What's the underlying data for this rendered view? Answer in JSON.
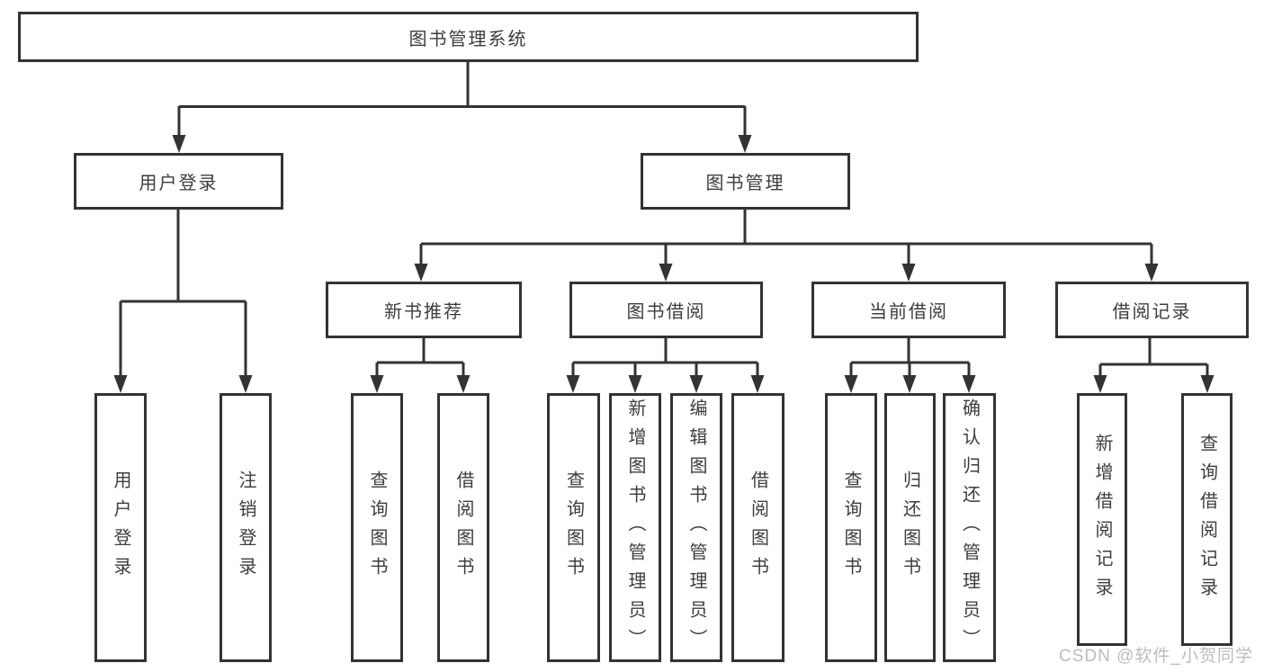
{
  "tree": {
    "label": "图书管理系统",
    "children": [
      {
        "label": "用户登录",
        "children": [
          {
            "label": "用户登录"
          },
          {
            "label": "注销登录"
          }
        ]
      },
      {
        "label": "图书管理",
        "children": [
          {
            "label": "新书推荐",
            "children": [
              {
                "label": "查询图书"
              },
              {
                "label": "借阅图书"
              }
            ]
          },
          {
            "label": "图书借阅",
            "children": [
              {
                "label": "查询图书"
              },
              {
                "label": "新增图书（管理员）"
              },
              {
                "label": "编辑图书（管理员）"
              },
              {
                "label": "借阅图书"
              }
            ]
          },
          {
            "label": "当前借阅",
            "children": [
              {
                "label": "查询图书"
              },
              {
                "label": "归还图书"
              },
              {
                "label": "确认归还（管理员）"
              }
            ]
          },
          {
            "label": "借阅记录",
            "children": [
              {
                "label": "新增借阅记录"
              },
              {
                "label": "查询借阅记录"
              }
            ]
          }
        ]
      }
    ]
  },
  "watermark": "CSDN @软件_小贺同学",
  "colors": {
    "line": "#333333",
    "text": "#3d3d3d",
    "watermark": "#bcbcbc",
    "background": "#ffffff"
  }
}
